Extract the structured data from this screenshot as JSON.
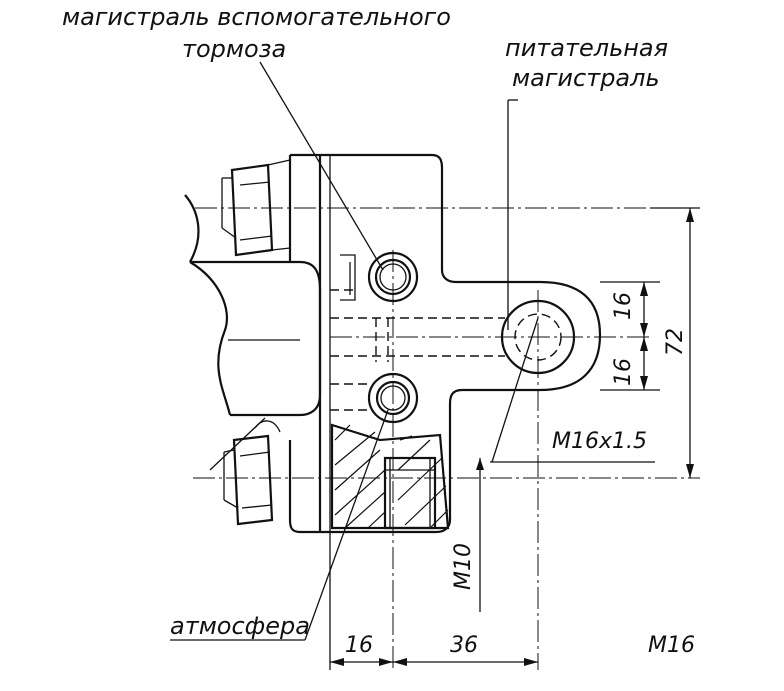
{
  "labels": {
    "aux_brake_line_1": "магистраль вспомогательного",
    "aux_brake_line_2": "тормоза",
    "feed_line_1": "питательная",
    "feed_line_2": "магистраль",
    "atmosphere": "атмосфера"
  },
  "dimensions": {
    "d16_top": "16",
    "d16_bottom": "16",
    "d72": "72",
    "thread_m16x15": "M16x1.5",
    "thread_m10": "M10",
    "d16_horizontal": "16",
    "d36_horizontal": "36",
    "thread_m16": "M16"
  }
}
